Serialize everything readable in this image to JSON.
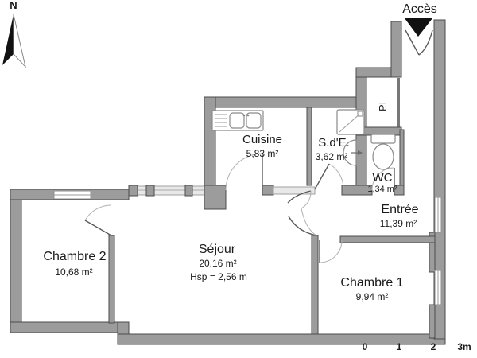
{
  "compass": {
    "label": "N"
  },
  "access": {
    "label": "Accès"
  },
  "rooms": {
    "cuisine": {
      "name": "Cuisine",
      "area": "5,83 m²"
    },
    "sde": {
      "name": "S.d'E.",
      "area": "3,62 m²"
    },
    "wc": {
      "name": "WC",
      "area": "1,34 m²"
    },
    "placard": {
      "name": "PL"
    },
    "entree": {
      "name": "Entrée",
      "area": "11,39 m²"
    },
    "chambre2": {
      "name": "Chambre 2",
      "area": "10,68 m²"
    },
    "sejour": {
      "name": "Séjour",
      "area": "20,16 m²",
      "hsp": "Hsp = 2,56 m"
    },
    "chambre1": {
      "name": "Chambre 1",
      "area": "9,94 m²"
    }
  },
  "scale": {
    "ticks": [
      "0",
      "1",
      "2",
      "3m"
    ]
  },
  "icons": [
    "north-arrow",
    "access-entry-arrow",
    "kitchen-sink",
    "shower",
    "washbasin",
    "toilet"
  ],
  "colors": {
    "wall_fill": "#9c9c9c",
    "wall_outline": "#4b4b4b",
    "background": "#ffffff",
    "text": "#1a1a1a"
  }
}
